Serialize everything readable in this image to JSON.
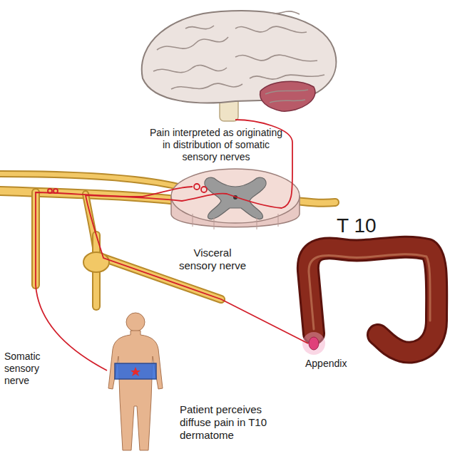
{
  "diagram": {
    "labels": [
      "Pain interpreted as originating in distribution of somatic sensory nerves",
      "T 10",
      "Visceral sensory nerve",
      "Somatic sensory nerve",
      "Appendix",
      "Patient perceives diffuse pain in T10 dermatome"
    ]
  }
}
